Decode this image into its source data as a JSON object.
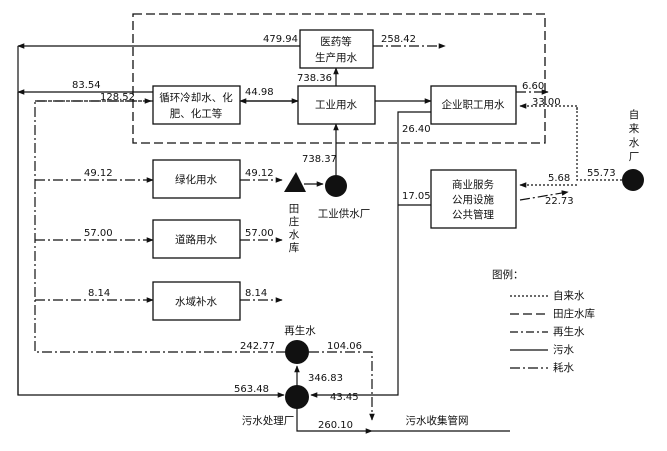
{
  "nodes": {
    "pharma": {
      "line1": "医药等",
      "line2": "生产用水"
    },
    "industrial_water": "工业用水",
    "cooling": {
      "line1": "循环冷却水、化",
      "line2": "肥、化工等"
    },
    "enterprise_staff": "企业职工用水",
    "greening": "绿化用水",
    "road": "道路用水",
    "water_area": "水域补水",
    "commercial": {
      "line1": "商业服务",
      "line2": "公用设施",
      "line3": "公共管理"
    },
    "industrial_plant": "工业供水厂",
    "reservoir": [
      "田",
      "庄",
      "水",
      "库"
    ],
    "tap_plant": [
      "自",
      "来",
      "水",
      "厂"
    ],
    "reclaimed": "再生水",
    "wastewater_plant": "污水处理厂",
    "sewer_network": "污水收集管网"
  },
  "flows": {
    "pharma_out": "479.94",
    "pharma_consumption": "258.42",
    "industrial_to_pharma": "738.36",
    "cooling_out": "83.54",
    "reclaimed_to_cooling": "128.52",
    "industrial_to_cooling": "44.98",
    "staff_consumption": "6.60",
    "tap_to_staff": "33.00",
    "staff_to_sewer": "26.40",
    "reclaimed_to_greening": "49.12",
    "greening_consumption": "49.12",
    "plant_to_industrial": "738.37",
    "tap_to_commercial": "5.68",
    "tap_total": "55.73",
    "commercial_consumption": "22.73",
    "commercial_to_sewer": "17.05",
    "reclaimed_to_road": "57.00",
    "road_consumption": "57.00",
    "reclaimed_to_water_area": "8.14",
    "water_area_consumption": "8.14",
    "reclaimed_return": "242.77",
    "reclaimed_to_sewer": "104.06",
    "treatment_to_reclaimed": "346.83",
    "wastewater_in": "563.48",
    "sewer_to_treatment": "43.45",
    "treatment_discharge": "260.10"
  },
  "legend": {
    "title": "图例：",
    "items": [
      "自来水",
      "田庄水库",
      "再生水",
      "污水",
      "耗水"
    ]
  }
}
